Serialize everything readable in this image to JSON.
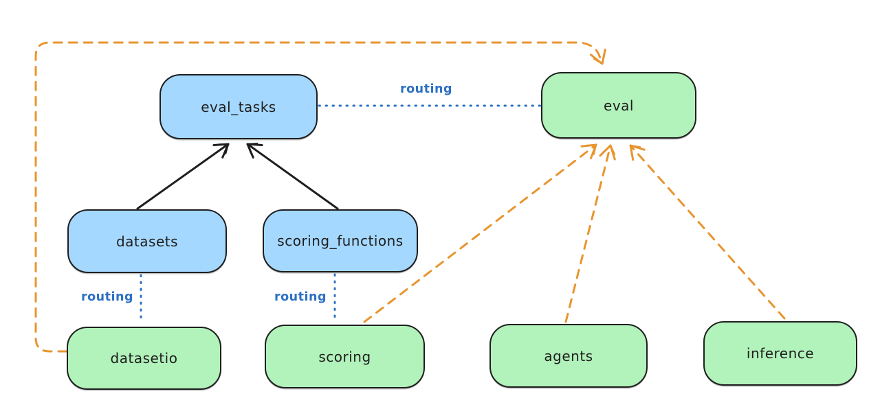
{
  "diagram": {
    "kind": "architecture-diagram",
    "colors": {
      "background": "#ffffff",
      "api_node_fill": "#a5d8ff",
      "provider_node_fill": "#b2f2bb",
      "node_border": "#1e1e1e",
      "solid_arrow": "#1e1e1e",
      "routing_line": "#2e71c4",
      "provider_arrow": "#e8952f"
    },
    "nodes": {
      "eval_tasks": {
        "label": "eval_tasks",
        "fill": "#a5d8ff"
      },
      "eval": {
        "label": "eval",
        "fill": "#b2f2bb"
      },
      "datasets": {
        "label": "datasets",
        "fill": "#a5d8ff"
      },
      "scoring_functions": {
        "label": "scoring_functions",
        "fill": "#a5d8ff"
      },
      "datasetio": {
        "label": "datasetio",
        "fill": "#b2f2bb"
      },
      "scoring": {
        "label": "scoring",
        "fill": "#b2f2bb"
      },
      "agents": {
        "label": "agents",
        "fill": "#b2f2bb"
      },
      "inference": {
        "label": "inference",
        "fill": "#b2f2bb"
      }
    },
    "edge_labels": {
      "eval_tasks_eval": "routing",
      "datasets_datasetio": "routing",
      "scoring_functions_scoring": "routing"
    },
    "edges": [
      {
        "from": "datasets",
        "to": "eval_tasks",
        "style": "solid",
        "arrow": "end",
        "color": "#1e1e1e"
      },
      {
        "from": "scoring_functions",
        "to": "eval_tasks",
        "style": "solid",
        "arrow": "end",
        "color": "#1e1e1e"
      },
      {
        "from": "eval_tasks",
        "to": "eval",
        "style": "dotted",
        "arrow": "none",
        "label": "routing",
        "color": "#2e71c4"
      },
      {
        "from": "datasets",
        "to": "datasetio",
        "style": "dotted",
        "arrow": "none",
        "label": "routing",
        "color": "#2e71c4"
      },
      {
        "from": "scoring_functions",
        "to": "scoring",
        "style": "dotted",
        "arrow": "none",
        "label": "routing",
        "color": "#2e71c4"
      },
      {
        "from": "datasetio",
        "to": "eval",
        "style": "dashed",
        "arrow": "end",
        "route": "around-left-and-top",
        "color": "#e8952f"
      },
      {
        "from": "scoring",
        "to": "eval",
        "style": "dashed",
        "arrow": "end",
        "color": "#e8952f"
      },
      {
        "from": "agents",
        "to": "eval",
        "style": "dashed",
        "arrow": "end",
        "color": "#e8952f"
      },
      {
        "from": "inference",
        "to": "eval",
        "style": "dashed",
        "arrow": "end",
        "color": "#e8952f"
      }
    ]
  }
}
